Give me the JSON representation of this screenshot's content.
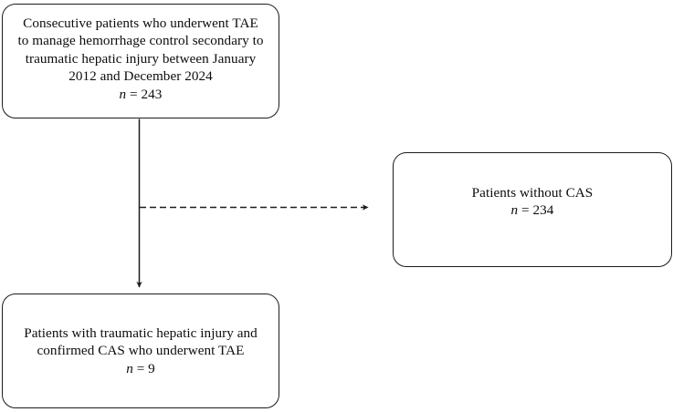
{
  "figure": {
    "type": "flowchart",
    "orientation": "vertical-with-side-branch",
    "background_color": "#ffffff",
    "line_color": "#1c1c1c",
    "text_color": "#0d0d0d"
  },
  "nodes": {
    "source": {
      "lines": [
        "Consecutive patients who underwent TAE",
        "to manage hemorrhage control secondary to",
        "traumatic hepatic injury between January",
        "2012 and December 2024"
      ],
      "count_symbol": "n",
      "count_equals": " = ",
      "count_value": "243",
      "count_text": "n = 243"
    },
    "excluded": {
      "lines": [
        "Patients without CAS"
      ],
      "count_symbol": "n",
      "count_equals": " = ",
      "count_value": "234",
      "count_text": "n = 234"
    },
    "included": {
      "lines": [
        "Patients with traumatic hepatic injury and",
        "confirmed CAS who underwent TAE"
      ],
      "count_symbol": "n",
      "count_equals": " = ",
      "count_value": "9",
      "count_text": "n = 9"
    }
  },
  "connectors": {
    "source_to_included": {
      "style": "solid",
      "direction": "down",
      "arrowhead": "filled-triangle"
    },
    "source_to_excluded": {
      "style": "dashed",
      "direction": "right",
      "arrowhead": "filled-triangle",
      "dash_pattern": "7 4"
    }
  }
}
